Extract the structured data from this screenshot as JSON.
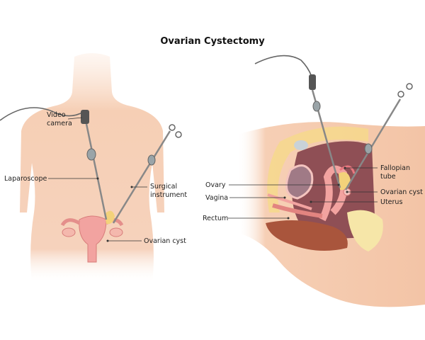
{
  "title": "Ovarian Cystectomy",
  "left_figure": {
    "labels": {
      "video_camera_1": "Video",
      "video_camera_2": "camera",
      "laparoscope": "Laparoscope",
      "surgical_instrument_1": "Surgical",
      "surgical_instrument_2": "instrument",
      "ovarian_cyst": "Ovarian cyst"
    }
  },
  "right_figure": {
    "labels": {
      "fallopian_tube_1": "Fallopian",
      "fallopian_tube_2": "tube",
      "ovary": "Ovary",
      "ovarian_cyst": "Ovarian cyst",
      "vagina": "Vagina",
      "uterus": "Uterus",
      "rectum": "Rectum"
    }
  },
  "colors": {
    "skin": "#f6cfb5",
    "uterus": "#f2a3a0",
    "cyst": "#f3d27a",
    "rectum": "#a9553c"
  }
}
